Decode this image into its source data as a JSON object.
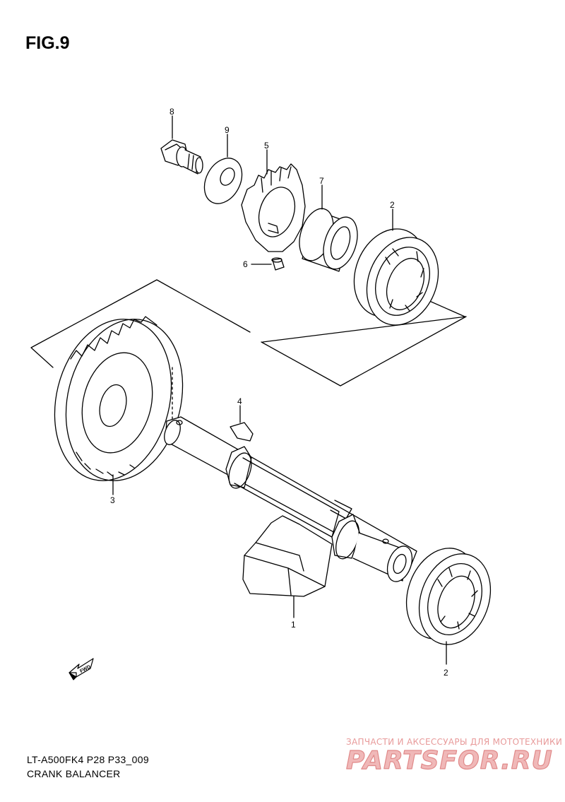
{
  "figure_title": "FIG.9",
  "footer": {
    "code": "LT-A500FK4 P28 P33_009",
    "name": "CRANK BALANCER"
  },
  "callouts": {
    "part_1": "1",
    "part_2_top": "2",
    "part_2_bottom": "2",
    "part_3": "3",
    "part_4": "4",
    "part_5": "5",
    "part_6": "6",
    "part_7": "7",
    "part_8": "8",
    "part_9": "9"
  },
  "fwd_mark": "FWD",
  "watermark": {
    "tagline": "ЗАПЧАСТИ И АКСЕССУАРЫ ДЛЯ МОТОТЕХНИКИ",
    "logo": "PARTSFOR.RU"
  },
  "colors": {
    "line": "#000000",
    "watermark": "#e89a9a"
  }
}
